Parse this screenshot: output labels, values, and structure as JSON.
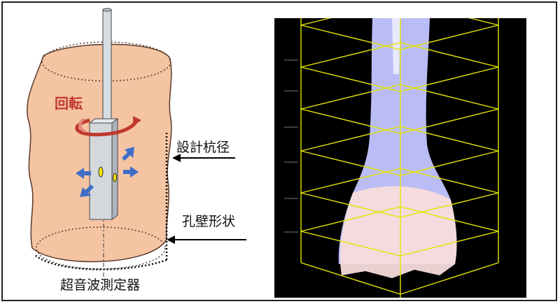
{
  "labels": {
    "rotation": "回転",
    "design_diameter": "設計杭径",
    "hole_shape": "孔壁形状",
    "device": "超音波測定器"
  },
  "colors": {
    "soil": "#f5c4a3",
    "soil_stroke": "#5a3a2a",
    "rotation_arrow": "#c0392b",
    "sensor_arrows": "#3e6ec8",
    "grid": "#e6e600",
    "point_cloud": "#c8c8ff",
    "point_cloud_bottom": "#ffe0e0"
  },
  "icons": [
    "rotation-arrow-icon",
    "sensor-arrow-icon",
    "pointer-arrow-icon"
  ]
}
